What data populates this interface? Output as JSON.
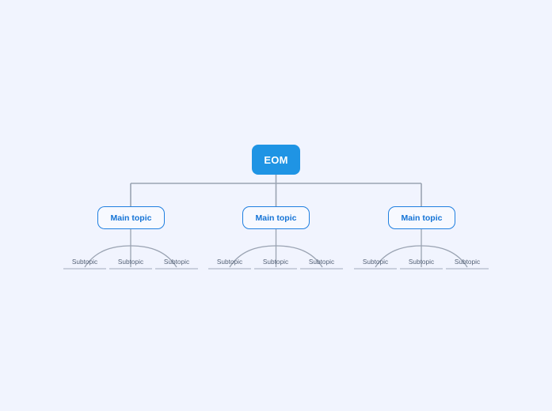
{
  "diagram": {
    "type": "mind-map",
    "background_color": "#f1f4fe",
    "accent_color": "#1f94e4",
    "border_color": "#1f7fe0",
    "connector_color": "#9aa3b2",
    "subtopic_text_color": "#525f74",
    "root": {
      "label": "EOM"
    },
    "branches": [
      {
        "label": "Main topic",
        "children": [
          {
            "label": "Subtopic"
          },
          {
            "label": "Subtopic"
          },
          {
            "label": "Subtopic"
          }
        ]
      },
      {
        "label": "Main topic",
        "children": [
          {
            "label": "Subtopic"
          },
          {
            "label": "Subtopic"
          },
          {
            "label": "Subtopic"
          }
        ]
      },
      {
        "label": "Main topic",
        "children": [
          {
            "label": "Subtopic"
          },
          {
            "label": "Subtopic"
          },
          {
            "label": "Subtopic"
          }
        ]
      }
    ]
  }
}
